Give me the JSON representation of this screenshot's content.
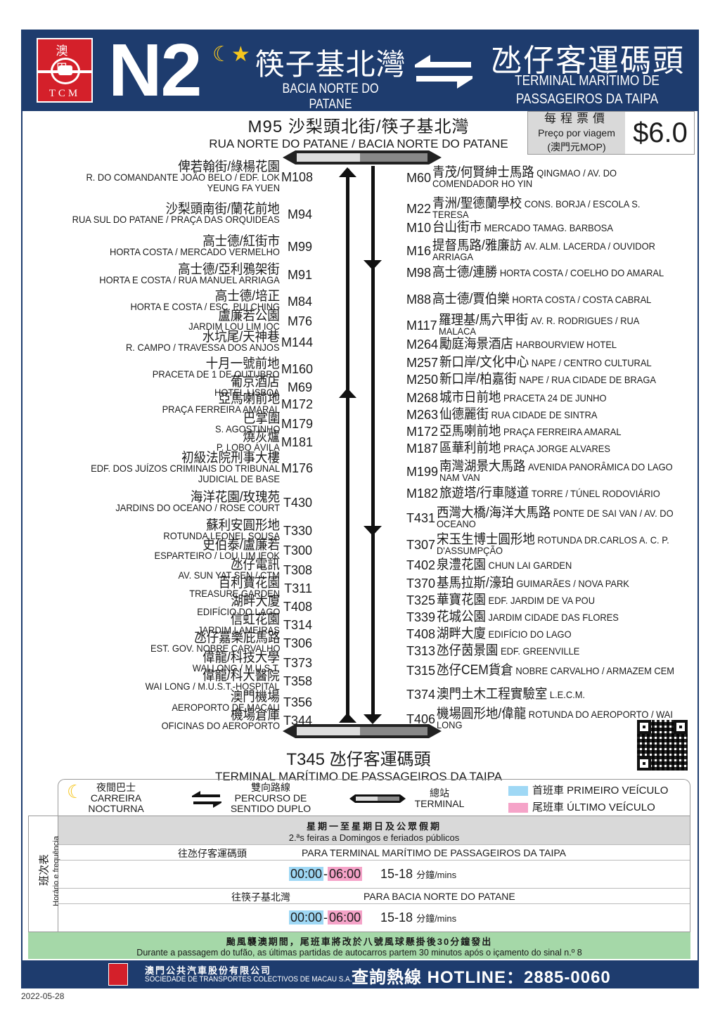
{
  "header": {
    "logo_top": "澳巴",
    "logo_bottom": "TCM",
    "route": "N2",
    "from_zh": "筷子基北灣",
    "from_pt": "BACIA NORTE DO PATANE",
    "to_zh": "氹仔客運碼頭",
    "to_pt": "TERMINAL MARÍTIMO DE PASSAGEIROS DA TAIPA",
    "colors": {
      "navy": "#1e3c6e",
      "red": "#d4202a",
      "moon": "#f6c61d"
    }
  },
  "start": {
    "zh": "M95 沙梨頭北街/筷子基北灣",
    "pt": "RUA NORTE DO PATANE / BACIA NORTE DO PATANE"
  },
  "fare": {
    "zh": "每程票價",
    "pt": "Preço por viagem",
    "unit": "(澳門元MOP)",
    "price": "$6.0"
  },
  "left_stops": [
    {
      "code": "M108",
      "zh": "俾若翰街/綠楊花園",
      "pt": "R. DO COMANDANTE JOÃO BELO / EDF. LOK YEUNG FA YUEN"
    },
    {
      "code": "M94",
      "zh": "沙梨頭南街/蘭花前地",
      "pt": "RUA SUL DO PATANE / PRAÇA DAS ORQUIDEAS"
    },
    {
      "code": "M99",
      "zh": "高士德/紅街市",
      "pt": "HORTA COSTA / MERCADO VERMELHO"
    },
    {
      "code": "M91",
      "zh": "高士德/亞利鴉架街",
      "pt": "HORTA E COSTA / RUA MANUEL ARRIAGA"
    },
    {
      "code": "M84",
      "zh": "高士德/培正",
      "pt": "HORTA E COSTA / ESC. PUI CHING"
    },
    {
      "code": "M76",
      "zh": "盧廉若公園",
      "pt": "JARDIM LOU LIM IOC"
    },
    {
      "code": "M144",
      "zh": "水坑尾/天神巷",
      "pt": "R. CAMPO / TRAVESSA DOS ANJOS"
    },
    {
      "code": "M160",
      "zh": "十月一號前地",
      "pt": "PRACETA DE 1 DE OUTUBRO"
    },
    {
      "code": "M69",
      "zh": "葡京酒店",
      "pt": "HOTEL LISBOA"
    },
    {
      "code": "M172",
      "zh": "亞馬喇前地",
      "pt": "PRAÇA FERREIRA AMARAL"
    },
    {
      "code": "M179",
      "zh": "巴掌圍",
      "pt": "S. AGOSTINHO"
    },
    {
      "code": "M181",
      "zh": "燒灰爐",
      "pt": "P. LOBO ÁVILA"
    },
    {
      "code": "M176",
      "zh": "初級法院刑事大樓",
      "pt": "EDF. DOS JUÍZOS CRIMINAIS DO TRIBUNAL JUDICIAL DE BASE"
    },
    {
      "code": "T430",
      "zh": "海洋花園/玫瑰苑",
      "pt": "JARDINS DO OCEANO / ROSE COURT"
    },
    {
      "code": "T330",
      "zh": "蘇利安圓形地",
      "pt": "ROTUNDA LEONEL SOUSA"
    },
    {
      "code": "T300",
      "zh": "史伯泰/盧廉若",
      "pt": "ESPARTEIRO / LOU LIM IEOK"
    },
    {
      "code": "T308",
      "zh": "氹仔電訊",
      "pt": "AV. SUN YAT SEN / CTM"
    },
    {
      "code": "T311",
      "zh": "百利寶花園",
      "pt": "TREASURE GARDEN"
    },
    {
      "code": "T408",
      "zh": "湖畔大廈",
      "pt": "EDIFÍCIO DO LAGO"
    },
    {
      "code": "T314",
      "zh": "信虹花園",
      "pt": "JARDIM LAMEIRAS"
    },
    {
      "code": "T306",
      "zh": "氹仔嘉樂庇馬路",
      "pt": "EST. GOV. NOBRE CARVALHO"
    },
    {
      "code": "T373",
      "zh": "偉龍/科技大學",
      "pt": "WAI LONG / M.U.S.T."
    },
    {
      "code": "T358",
      "zh": "偉龍/科大醫院",
      "pt": "WAI LONG / M.U.S.T.-HOSPITAL"
    },
    {
      "code": "T356",
      "zh": "澳門機場",
      "pt": "AEROPORTO DE MACAU"
    },
    {
      "code": "T344",
      "zh": "機場倉庫",
      "pt": "OFICINAS DO AEROPORTO"
    }
  ],
  "right_stops": [
    {
      "code": "M60",
      "zh": "青茂/何賢紳士馬路",
      "pt": "QINGMAO / AV. DO COMENDADOR HO YIN"
    },
    {
      "code": "M22",
      "zh": "青洲/聖德蘭學校",
      "pt": "CONS. BORJA / ESCOLA S. TERESA"
    },
    {
      "code": "M10",
      "zh": "台山街市",
      "pt": "MERCADO TAMAG. BARBOSA"
    },
    {
      "code": "M16",
      "zh": "提督馬路/雅廉訪",
      "pt": "AV. ALM. LACERDA / OUVIDOR ARRIAGA"
    },
    {
      "code": "M98",
      "zh": "高士德/連勝",
      "pt": "HORTA COSTA / COELHO DO AMARAL"
    },
    {
      "code": "M88",
      "zh": "高士德/賈伯樂",
      "pt": "HORTA COSTA / COSTA CABRAL"
    },
    {
      "code": "M117",
      "zh": "羅理基/馬六甲街",
      "pt": "AV. R. RODRIGUES / RUA MALACA"
    },
    {
      "code": "M264",
      "zh": "勵庭海景酒店",
      "pt": "HARBOURVIEW HOTEL"
    },
    {
      "code": "M257",
      "zh": "新口岸/文化中心",
      "pt": "NAPE / CENTRO CULTURAL"
    },
    {
      "code": "M250",
      "zh": "新口岸/柏嘉街",
      "pt": "NAPE / RUA CIDADE DE BRAGA"
    },
    {
      "code": "M268",
      "zh": "城市日前地",
      "pt": "PRACETA 24 DE JUNHO"
    },
    {
      "code": "M263",
      "zh": "仙德麗街",
      "pt": "RUA CIDADE DE SINTRA"
    },
    {
      "code": "M172",
      "zh": "亞馬喇前地",
      "pt": "PRAÇA FERREIRA AMARAL"
    },
    {
      "code": "M187",
      "zh": "區華利前地",
      "pt": "PRAÇA JORGE ALVARES"
    },
    {
      "code": "M199",
      "zh": "南灣湖景大馬路",
      "pt": "AVENIDA PANORÂMICA DO LAGO NAM VAN"
    },
    {
      "code": "M182",
      "zh": "旅遊塔/行車隧道",
      "pt": "TORRE / TÚNEL RODOVIÁRIO"
    },
    {
      "code": "T431",
      "zh": "西灣大橋/海洋大馬路",
      "pt": "PONTE DE SAI VAN / AV. DO OCEANO"
    },
    {
      "code": "T307",
      "zh": "宋玉生博士圓形地",
      "pt": "ROTUNDA DR.CARLOS A. C. P. D'ASSUMPÇÃO"
    },
    {
      "code": "T402",
      "zh": "泉澧花園",
      "pt": "CHUN LAI GARDEN"
    },
    {
      "code": "T370",
      "zh": "基馬拉斯/濠珀",
      "pt": "GUIMARÃES / NOVA PARK"
    },
    {
      "code": "T325",
      "zh": "華寶花園",
      "pt": "EDF. JARDIM DE VA POU"
    },
    {
      "code": "T339",
      "zh": "花城公園",
      "pt": "JARDIM CIDADE DAS FLORES"
    },
    {
      "code": "T408",
      "zh": "湖畔大廈",
      "pt": "EDIFÍCIO DO LAGO"
    },
    {
      "code": "T313",
      "zh": "氹仔茵景園",
      "pt": "EDF. GREENVILLE"
    },
    {
      "code": "T315",
      "zh": "氹仔CEM貨倉",
      "pt": "NOBRE CARVALHO / ARMAZEM CEM"
    },
    {
      "code": "T374",
      "zh": "澳門土木工程實驗室",
      "pt": "L.E.C.M."
    },
    {
      "code": "T406",
      "zh": "機場圓形地/偉龍",
      "pt": "ROTUNDA DO AEROPORTO / WAI LONG"
    }
  ],
  "end": {
    "zh": "T345 氹仔客運碼頭",
    "pt": "TERMINAL MARÍTIMO DE PASSAGEIROS DA TAIPA"
  },
  "legend": {
    "night_zh": "夜間巴士",
    "night_pt1": "CARREIRA",
    "night_pt2": "NOCTURNA",
    "dual_zh": "雙向路線",
    "dual_pt1": "PERCURSO DE",
    "dual_pt2": "SENTIDO DUPLO",
    "term_zh": "總站",
    "term_pt": "TERMINAL",
    "first": "首班車 PRIMEIRO VEÍCULO",
    "last": "尾班車 ÚLTIMO VEÍCULO",
    "first_color": "#9fd8f5",
    "last_color": "#f5a3c8"
  },
  "timetable": {
    "side_zh": "班次表",
    "side_pt": "Horário e frequência",
    "days_zh": "星期一至星期日及公眾假期",
    "days_pt": "2.ªs feiras a Domingos e feriados públicos",
    "dir1_zh": "往氹仔客運碼頭",
    "dir1_pt": "PARA TERMINAL MARÍTIMO DE PASSAGEIROS DA TAIPA",
    "dir1_first": "00:00",
    "dir1_last": "06:00",
    "dir1_freq": "15-18",
    "dir1_unit": "分鐘/mins",
    "dir2_zh": "往筷子基北灣",
    "dir2_pt": "PARA BACIA NORTE DO PATANE",
    "dir2_first": "00:00",
    "dir2_last": "06:00",
    "dir2_freq": "15-18",
    "dir2_unit": "分鐘/mins"
  },
  "typhoon": {
    "zh": "颱風襲澳期間，尾班車將改於八號風球懸掛後30分鐘發出",
    "pt": "Durante a passagem do tufão, as últimas partidas de autocarros partem 30 minutos após o içamento do sinal n.º 8"
  },
  "footer": {
    "company_zh": "澳門公共汽車股份有限公司",
    "company_pt": "SOCIEDADE DE TRANSPORTES COLECTIVOS DE MACAU S.A.",
    "hotline": "查詢熱線 HOTLINE：2885-0060"
  },
  "date": "2022-05-28"
}
